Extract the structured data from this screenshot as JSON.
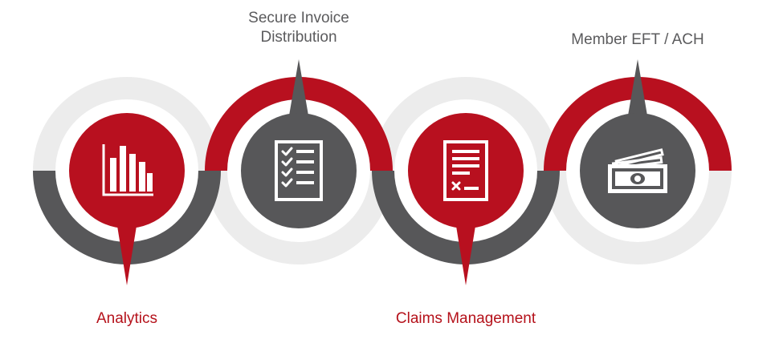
{
  "colors": {
    "red": "#b8101f",
    "dark_gray": "#575759",
    "light_gray": "#ececec",
    "icon_white": "#ffffff",
    "label_gray": "#5b5b5d",
    "label_red": "#b5121b"
  },
  "steps": [
    {
      "label": "Analytics",
      "icon": "bar-chart-icon",
      "fill": "red",
      "label_color": "red"
    },
    {
      "label_lines": [
        "Secure Invoice",
        "Distribution"
      ],
      "icon": "checklist-icon",
      "fill": "dark_gray",
      "label_color": "gray"
    },
    {
      "label": "Claims Management",
      "icon": "invoice-document-icon",
      "fill": "red",
      "label_color": "red"
    },
    {
      "label": "Member EFT / ACH",
      "icon": "money-icon",
      "fill": "dark_gray",
      "label_color": "gray"
    }
  ]
}
